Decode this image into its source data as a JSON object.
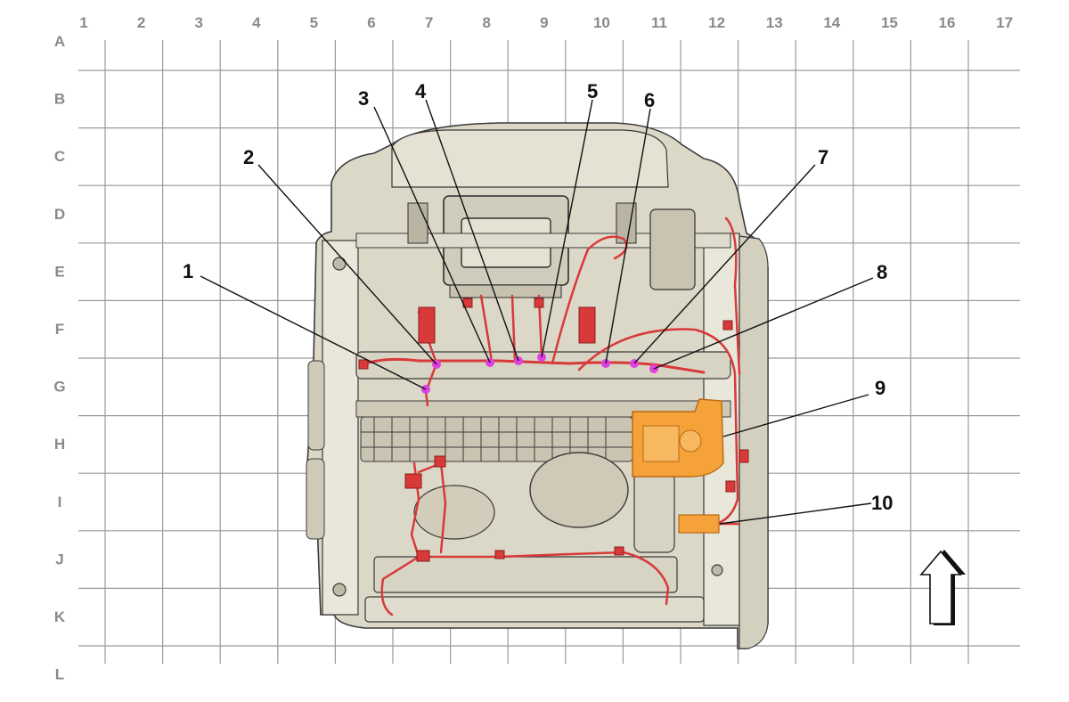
{
  "grid": {
    "columns": [
      "1",
      "2",
      "3",
      "4",
      "5",
      "6",
      "7",
      "8",
      "9",
      "10",
      "11",
      "12",
      "13",
      "14",
      "15",
      "16",
      "17"
    ],
    "rows": [
      "A",
      "B",
      "C",
      "D",
      "E",
      "F",
      "G",
      "H",
      "I",
      "J",
      "K",
      "L"
    ],
    "line_color": "#9a9a9a",
    "label_color": "#8a8a8a"
  },
  "callouts": [
    {
      "label": "1"
    },
    {
      "label": "2"
    },
    {
      "label": "3"
    },
    {
      "label": "4"
    },
    {
      "label": "5"
    },
    {
      "label": "6"
    },
    {
      "label": "7"
    },
    {
      "label": "8"
    },
    {
      "label": "9"
    },
    {
      "label": "10"
    }
  ],
  "colors": {
    "seat_fill": "#dcd8c8",
    "seat_outline": "#3a3a3a",
    "harness": "#d83a3a",
    "connector_highlight": "#f5a23a",
    "marker": "#e040e0"
  },
  "icons": {
    "orientation_arrow": "up-arrow-icon"
  }
}
